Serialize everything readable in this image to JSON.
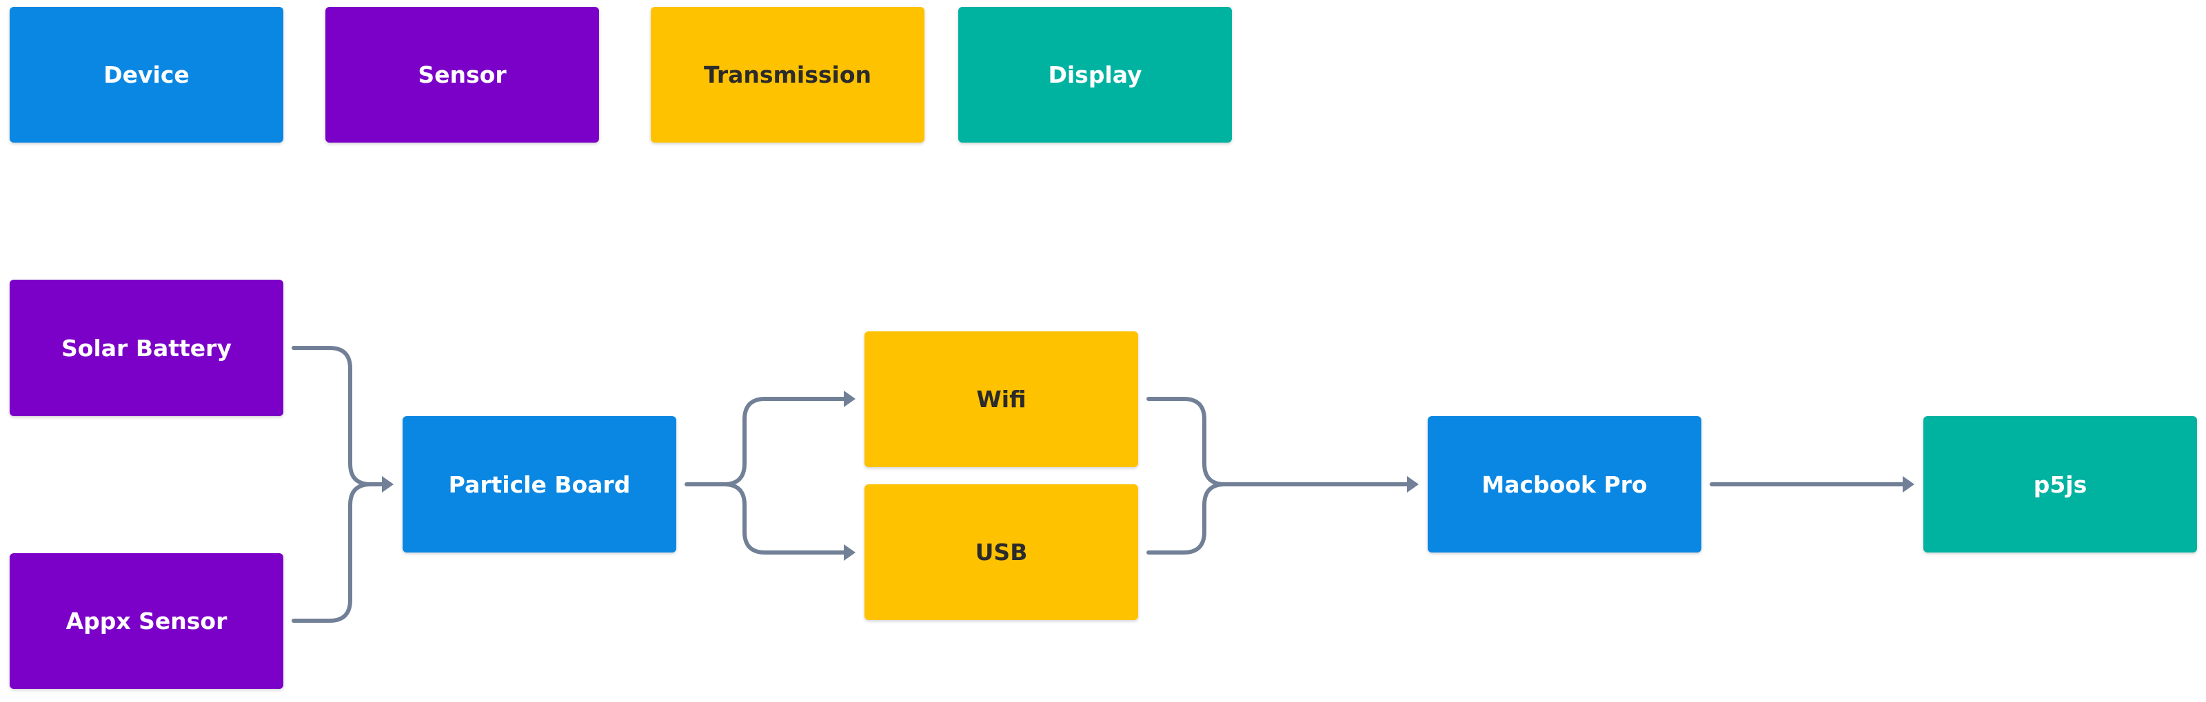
{
  "legend": {
    "device": "Device",
    "sensor": "Sensor",
    "transmission": "Transmission",
    "display": "Display"
  },
  "nodes": {
    "solar_battery": "Solar Battery",
    "appx_sensor": "Appx Sensor",
    "particle_board": "Particle Board",
    "wifi": "Wifi",
    "usb": "USB",
    "macbook_pro": "Macbook Pro",
    "p5js": "p5js"
  },
  "colors": {
    "device": "#0a87e3",
    "sensor": "#7b01c8",
    "transmission": "#fec200",
    "display": "#00b2a0",
    "connector": "#718096"
  }
}
